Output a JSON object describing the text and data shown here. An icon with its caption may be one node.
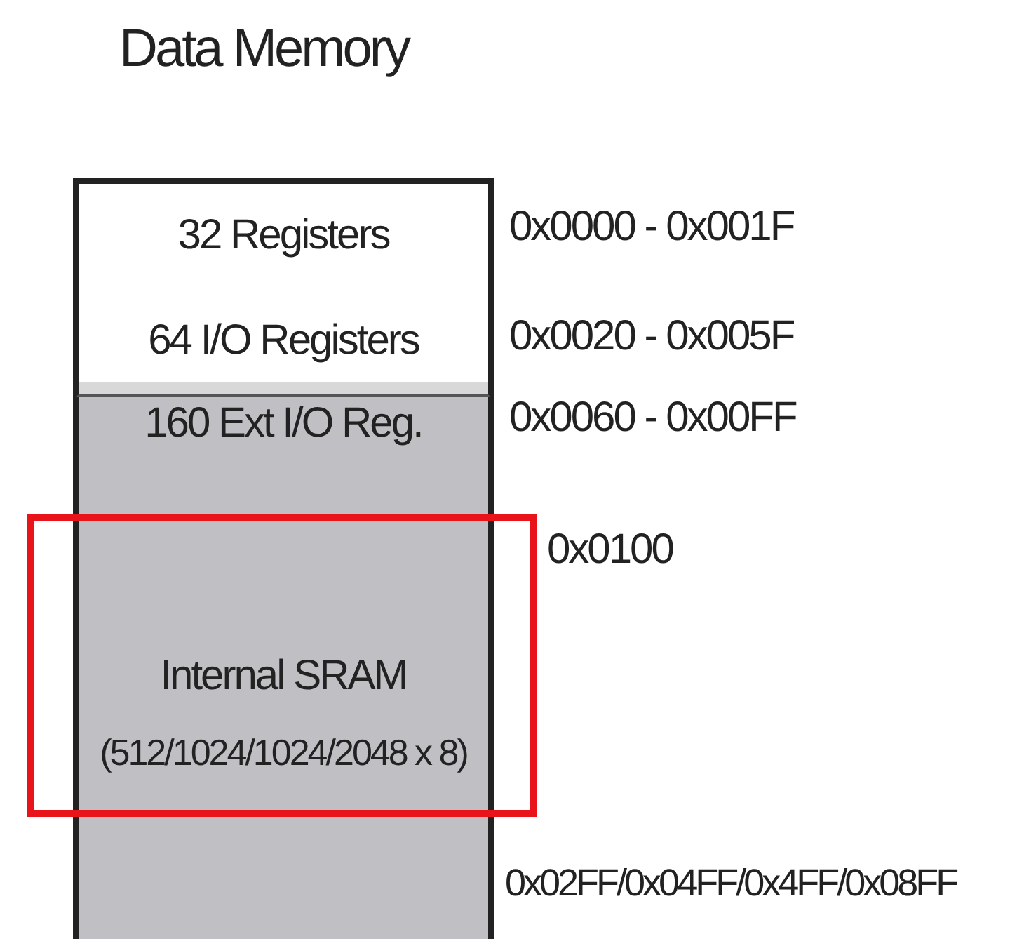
{
  "diagram": {
    "title": "Data Memory",
    "nodes": [
      {
        "text": [
          "32 Registers"
        ]
      },
      {
        "text": [
          "64 I/O Registers"
        ]
      },
      {
        "text": [
          "160 Ext I/O Reg."
        ]
      },
      {
        "text": [
          "Internal SRAM",
          "(512/1024/1024/2048 x 8)"
        ]
      }
    ],
    "labels": [
      "0x0000 - 0x001F",
      "0x0020 - 0x005F",
      "0x0060 - 0x00FF",
      "0x0100",
      "0x02FF/0x04FF/0x4FF/0x08FF"
    ]
  }
}
